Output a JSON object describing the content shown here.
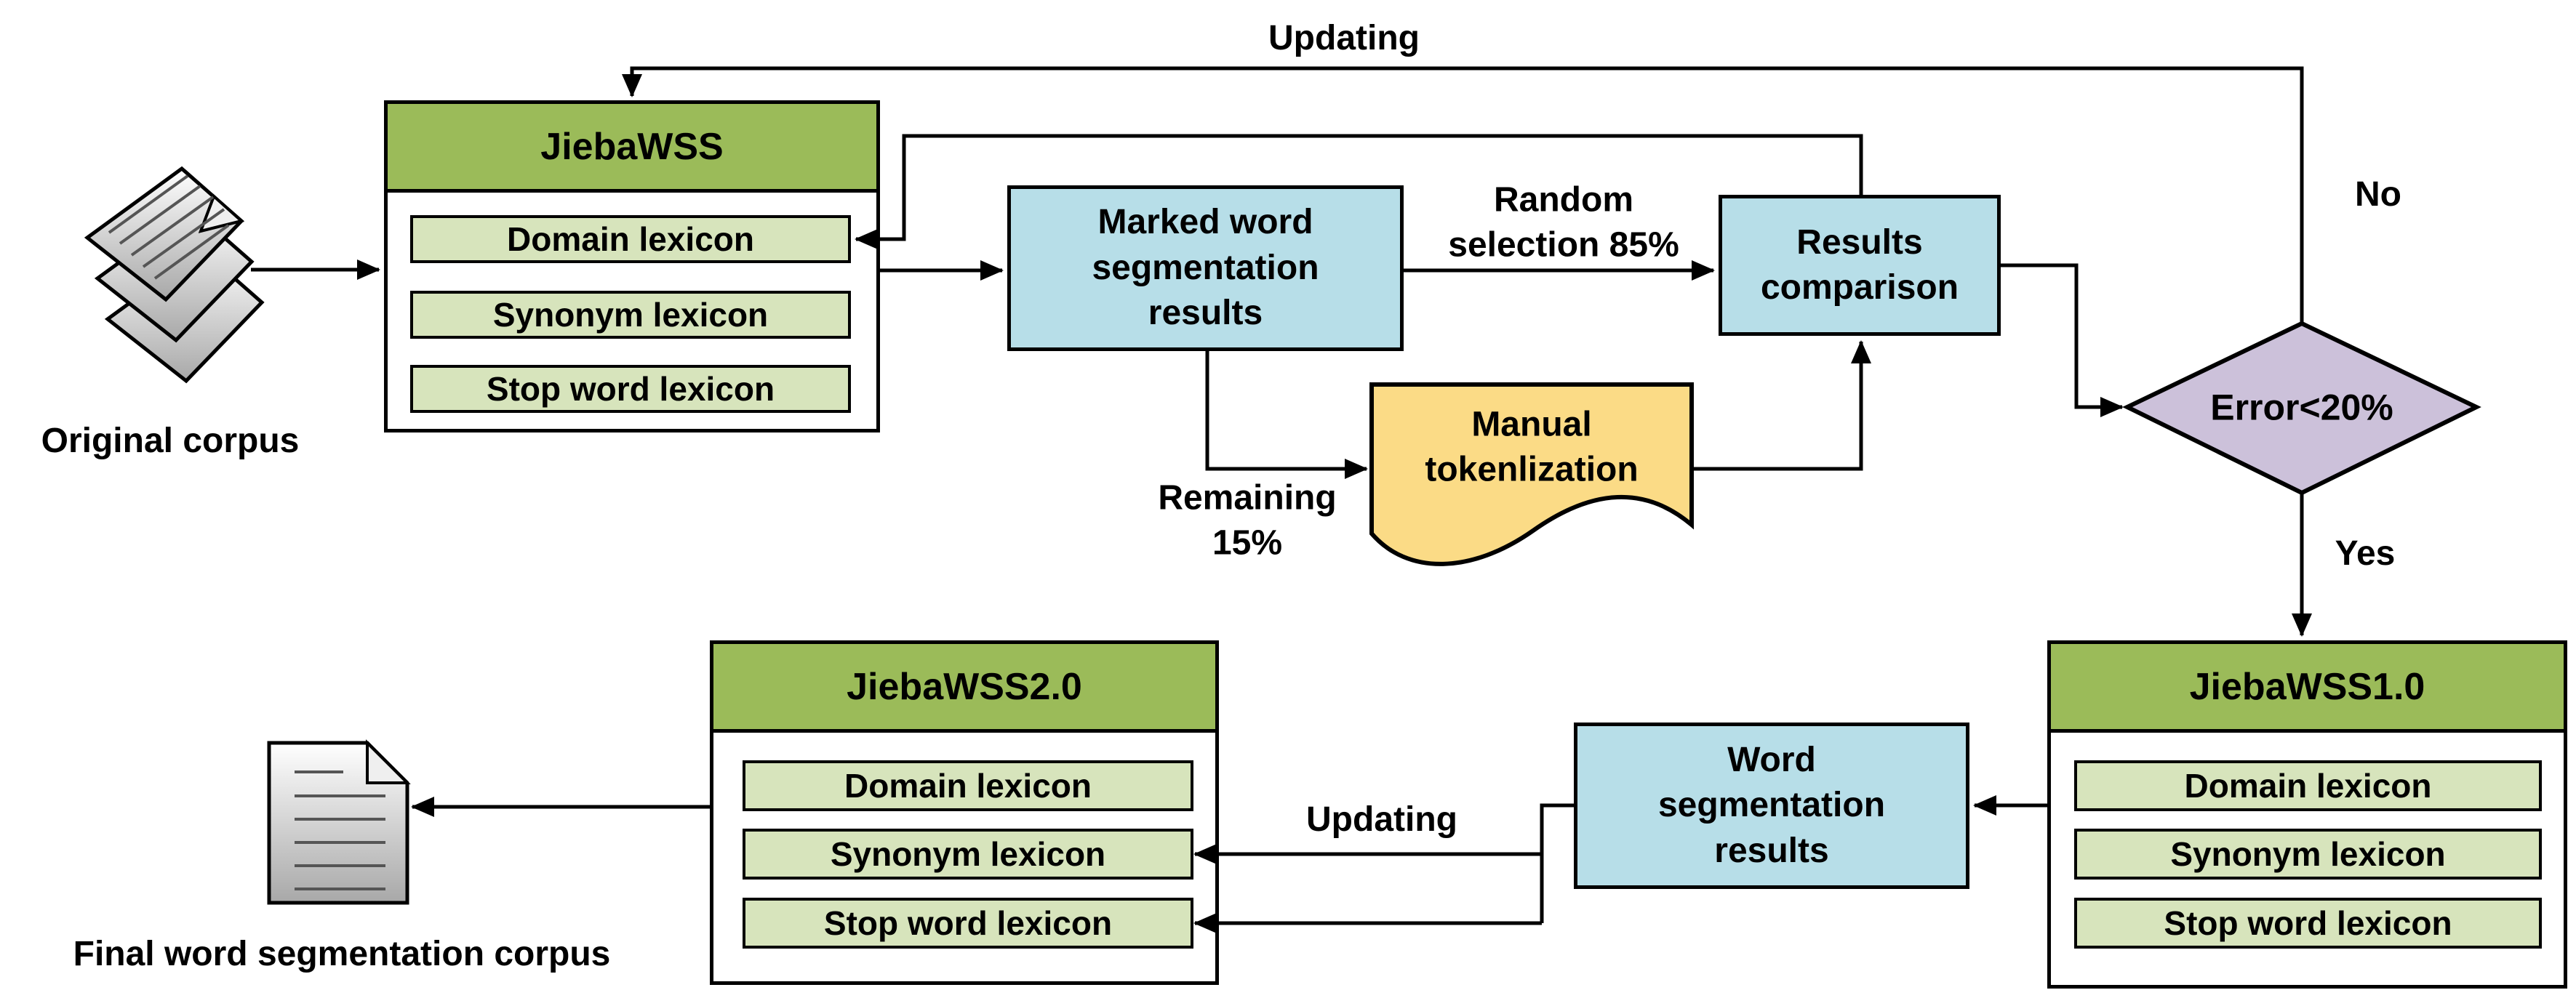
{
  "labels": {
    "updating_top": "Updating",
    "no": "No",
    "yes": "Yes",
    "updating_bottom": "Updating",
    "original_corpus": "Original corpus",
    "final_corpus": "Final word segmentation corpus",
    "random_selection": {
      "lines": [
        "Random",
        "selection 85%"
      ]
    },
    "remaining": {
      "lines": [
        "Remaining",
        "15%"
      ]
    },
    "error_decision": "Error<20%"
  },
  "nodes": {
    "jieba_wss": {
      "title": "JiebaWSS",
      "lexicons": [
        "Domain lexicon",
        "Synonym lexicon",
        "Stop word lexicon"
      ]
    },
    "jieba_wss_10": {
      "title": "JiebaWSS1.0",
      "lexicons": [
        "Domain lexicon",
        "Synonym lexicon",
        "Stop word lexicon"
      ]
    },
    "jieba_wss_20": {
      "title": "JiebaWSS2.0",
      "lexicons": [
        "Domain lexicon",
        "Synonym lexicon",
        "Stop word lexicon"
      ]
    },
    "marked_results": {
      "lines": [
        "Marked word",
        "segmentation",
        "results"
      ]
    },
    "results_comparison": {
      "lines": [
        "Results",
        "comparison"
      ]
    },
    "manual_tokenlization": {
      "lines": [
        "Manual",
        "tokenlization"
      ]
    },
    "word_seg_results": {
      "lines": [
        "Word",
        "segmentation",
        "results"
      ]
    }
  },
  "colors": {
    "header_green": "#9BBB59",
    "lexicon_green": "#D7E4BC",
    "process_blue": "#B7DEE8",
    "document_yellow": "#FBDB86",
    "decision_purple": "#CCC1DA",
    "line_black": "#000000"
  }
}
